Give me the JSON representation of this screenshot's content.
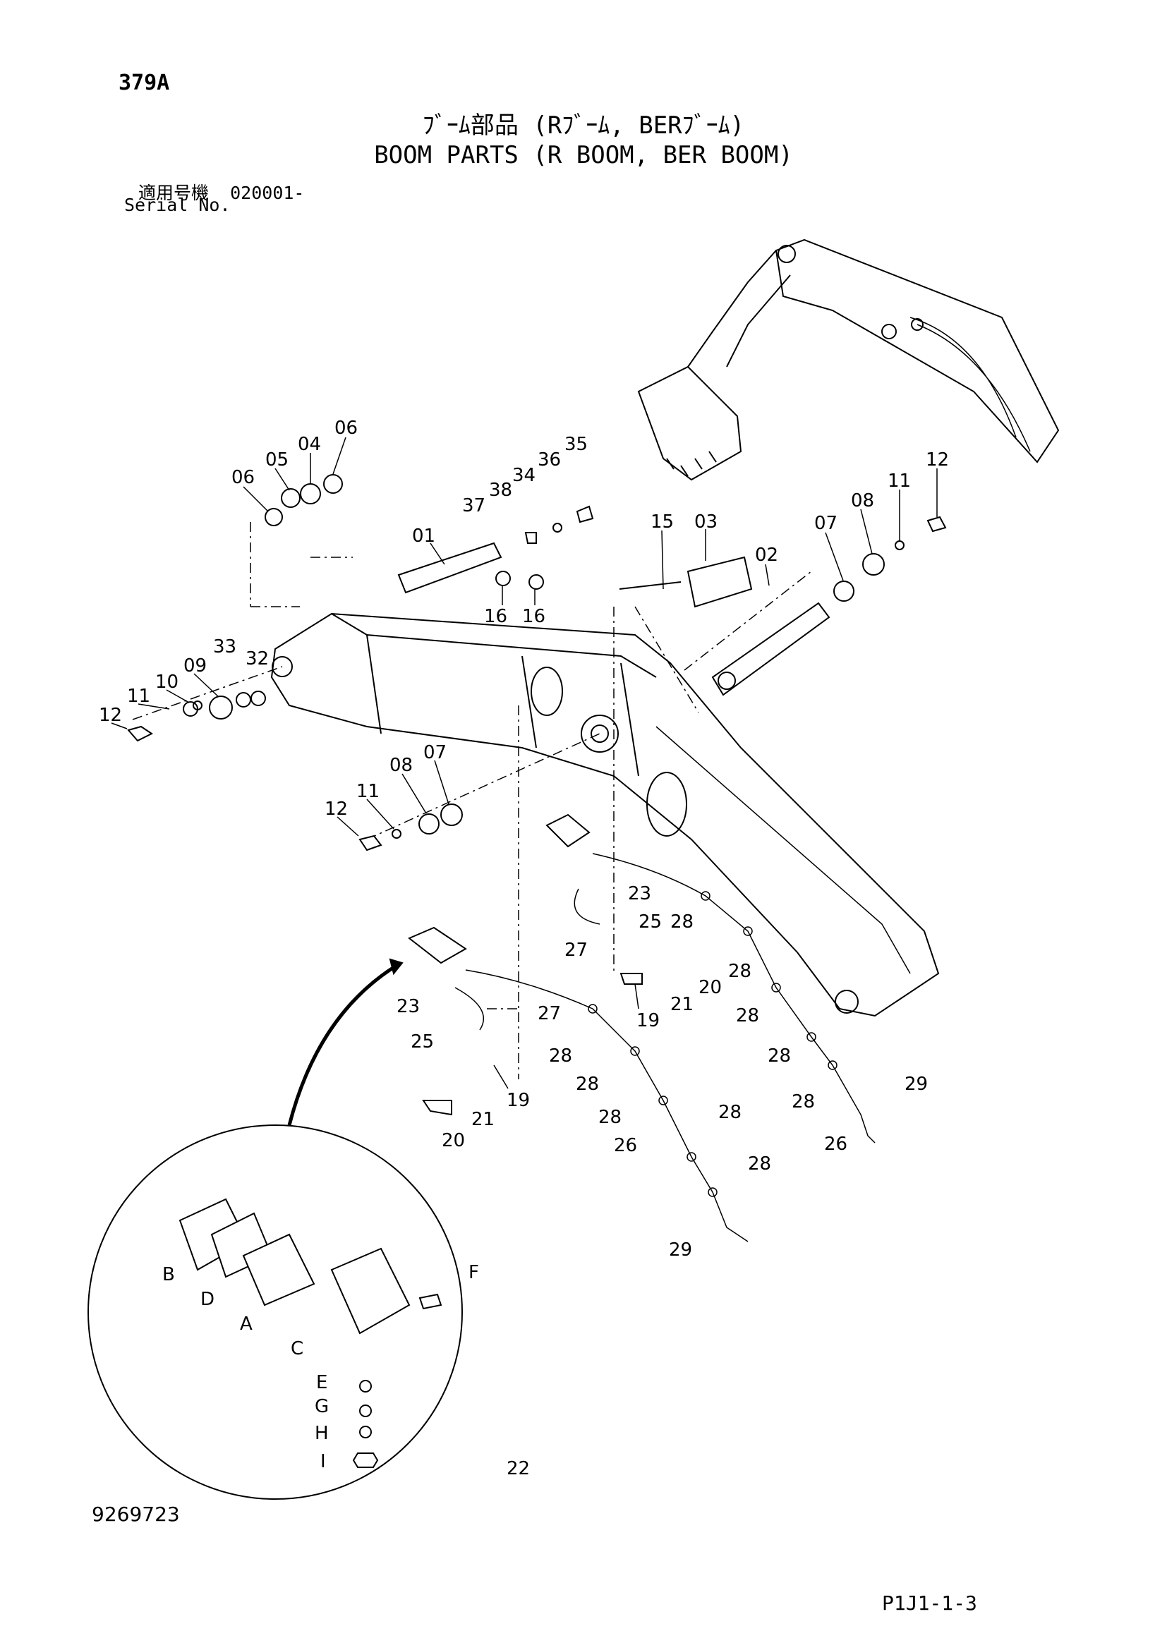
{
  "header": {
    "page_no": "379A",
    "title_jp": "ﾌﾞｰﾑ部品 (Rﾌﾞｰﾑ, BERﾌﾞｰﾑ)",
    "title_en": "BOOM PARTS (R BOOM, BER BOOM)",
    "serial_label_jp": "適用号機",
    "serial_value": "020001-",
    "serial_label_en": "Serial No."
  },
  "footer": {
    "drawing_no": "9269723",
    "sheet_code": "P1J1-1-3"
  },
  "callouts": {
    "c01": "01",
    "c02": "02",
    "c03": "03",
    "c04": "04",
    "c05a": "05",
    "c06a": "06",
    "c06b": "06",
    "c07a": "07",
    "c07b": "07",
    "c08a": "08",
    "c08b": "08",
    "c09": "09",
    "c10": "10",
    "c11a": "11",
    "c11b": "11",
    "c11c": "11",
    "c12a": "12",
    "c12b": "12",
    "c12c": "12",
    "c15": "15",
    "c16a": "16",
    "c16b": "16",
    "c19a": "19",
    "c19b": "19",
    "c20a": "20",
    "c20b": "20",
    "c21a": "21",
    "c21b": "21",
    "c22": "22",
    "c23a": "23",
    "c23b": "23",
    "c25a": "25",
    "c25b": "25",
    "c26a": "26",
    "c26b": "26",
    "c27a": "27",
    "c27b": "27",
    "c28a": "28",
    "c28b": "28",
    "c28c": "28",
    "c28d": "28",
    "c28e": "28",
    "c28f": "28",
    "c28g": "28",
    "c28h": "28",
    "c28i": "28",
    "c28j": "28",
    "c29a": "29",
    "c29b": "29",
    "c32": "32",
    "c33": "33",
    "c34": "34",
    "c35": "35",
    "c36": "36",
    "c37": "37",
    "c38": "38",
    "cA": "A",
    "cB": "B",
    "cC": "C",
    "cD": "D",
    "cE": "E",
    "cF": "F",
    "cG": "G",
    "cH": "H",
    "cI": "I"
  }
}
